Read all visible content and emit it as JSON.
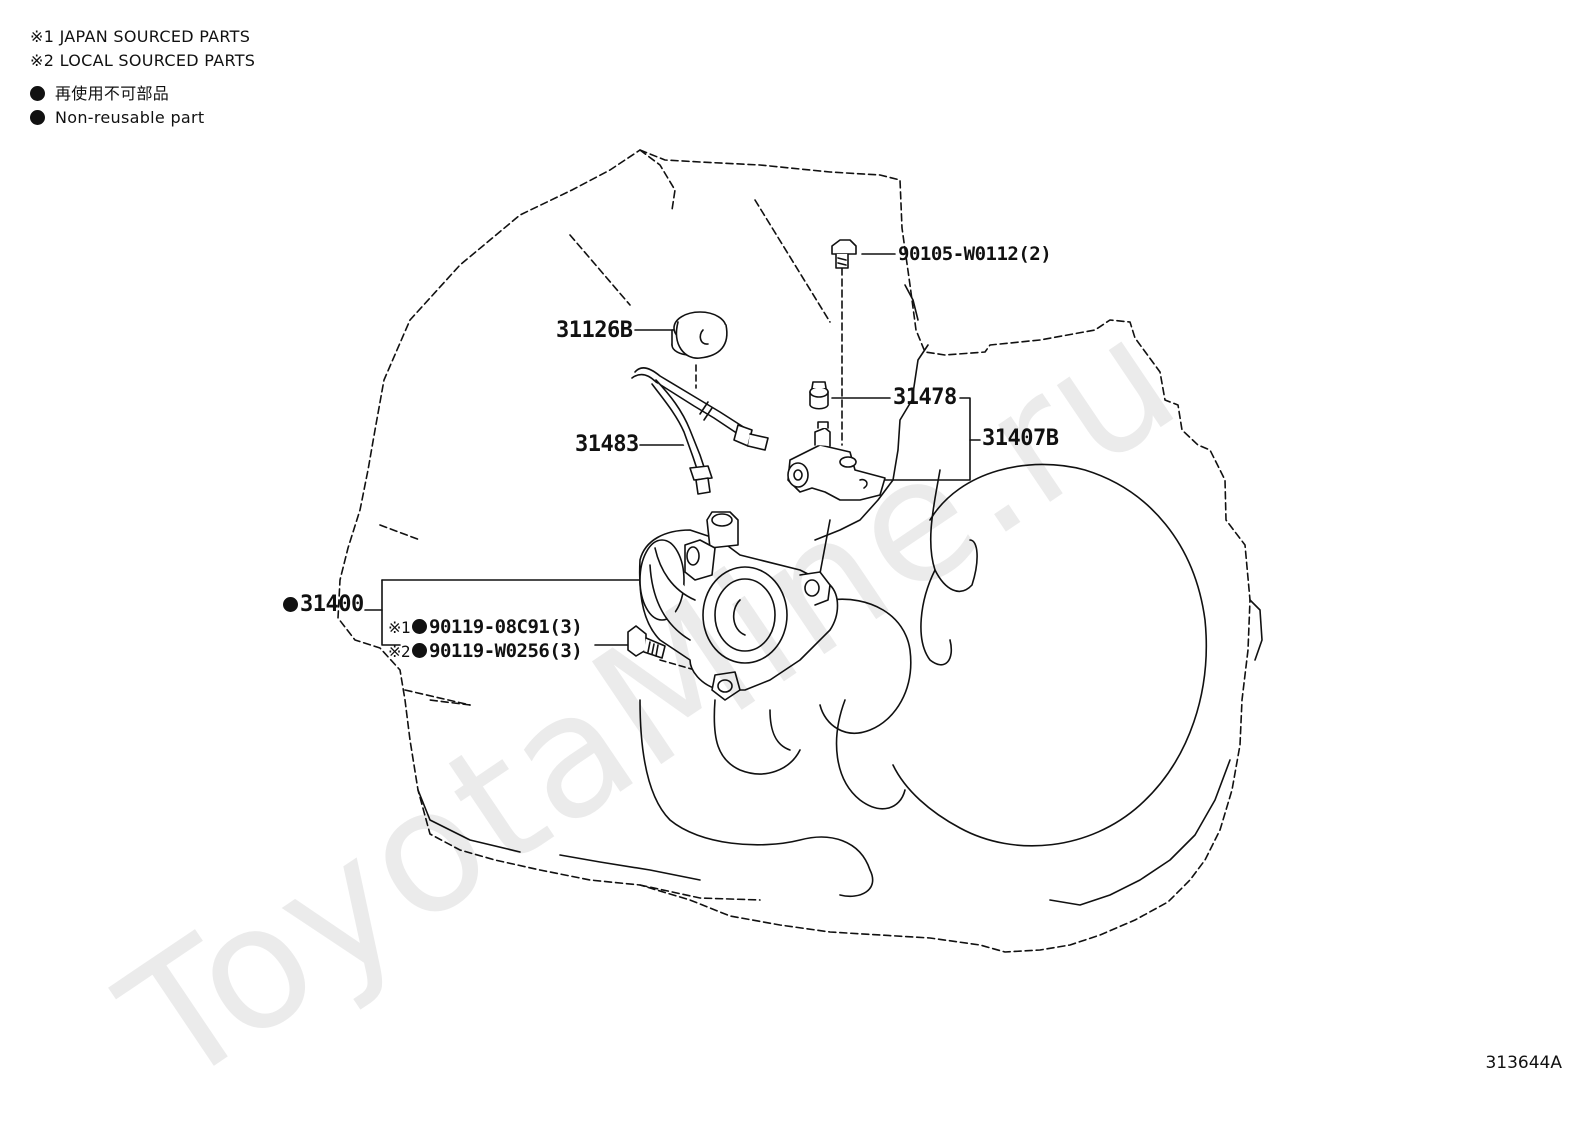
{
  "legend": {
    "line1": "※1 JAPAN SOURCED PARTS",
    "line2": "※2 LOCAL SOURCED PARTS",
    "line3": "再使用不可部品",
    "line4": "Non-reusable part"
  },
  "parts": {
    "p90105": "90105-W0112(2)",
    "p31126B": "31126B",
    "p31478": "31478",
    "p31407B": "31407B",
    "p31483": "31483",
    "p31400": "31400",
    "p90119a_mark": "※1",
    "p90119a": "90119-08C91(3)",
    "p90119b_mark": "※2",
    "p90119b": "90119-W0256(3)"
  },
  "watermark": "ToyotaMine.ru",
  "diagram_code": "313644A"
}
